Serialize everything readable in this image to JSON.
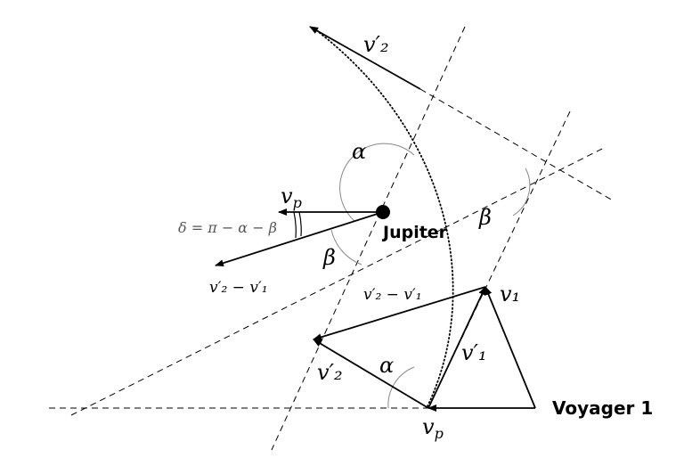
{
  "labels": {
    "v2_prime_top": "v′₂",
    "alpha_upper": "α",
    "beta_right": "β",
    "vp_upper": "v",
    "vp_upper_sub": "p",
    "delta_formula": "δ = π − α − β",
    "jupiter": "Jupiter",
    "beta_lower": "β",
    "diff_left": "v′₂ − v′₁",
    "diff_center": "v′₂ − v′₁",
    "v1": "v₁",
    "v1_prime": "v′₁",
    "v2_prime_lower": "v′₂",
    "alpha_lower": "α",
    "voyager": "Voyager 1",
    "vp_lower": "v",
    "vp_lower_sub": "p"
  }
}
